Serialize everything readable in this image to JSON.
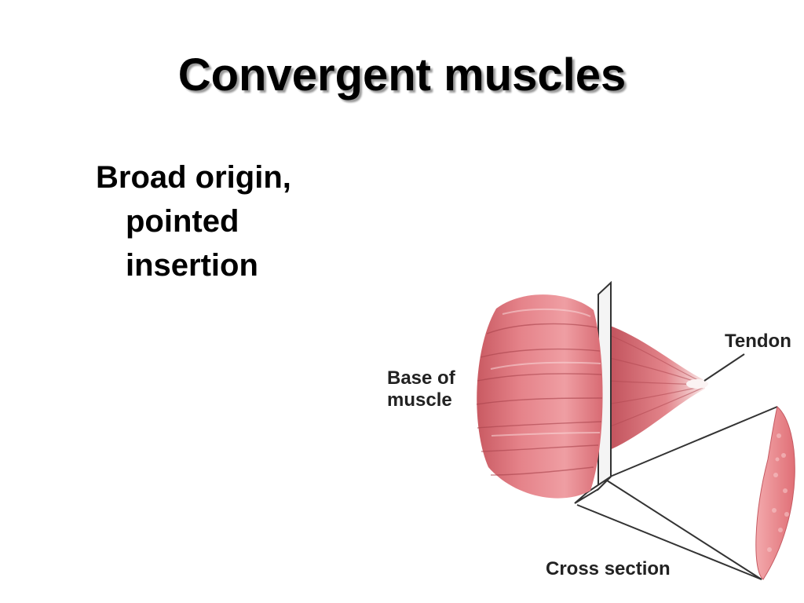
{
  "slide": {
    "title": "Convergent muscles",
    "bullet": {
      "line1": "Broad origin,",
      "line2": "pointed",
      "line3": "insertion"
    }
  },
  "diagram": {
    "labels": {
      "tendon": "Tendon",
      "base_line1": "Base of",
      "base_line2": "muscle",
      "cross_section": "Cross section"
    },
    "colors": {
      "muscle": "#e0777d",
      "muscle_dark": "#c8545c",
      "muscle_light": "#f2a8ab",
      "outline": "#333333"
    }
  }
}
